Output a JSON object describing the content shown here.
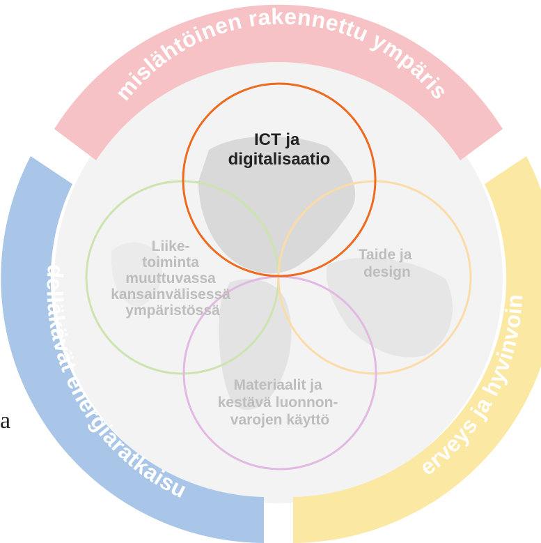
{
  "rings": {
    "top": {
      "label": "Ihmislähtöinen rakennettu ympäristö",
      "color": "#f7c2c5"
    },
    "left": {
      "label": "Edelläkävät energiaratkaisut",
      "color": "#a9c6e8"
    },
    "right": {
      "label": "Terveys ja hyvinvointi",
      "color": "#fbe8a3"
    }
  },
  "circles": {
    "ict": {
      "lines": [
        "ICT ja",
        "digitalisaatio"
      ],
      "color": "#ee6a1e"
    },
    "business": {
      "lines": [
        "Liike-",
        "toiminta",
        "muuttuvassa",
        "kansainvälisessä",
        "ympäristössä"
      ],
      "color": "#cde3b0"
    },
    "art": {
      "lines": [
        "Taide ja",
        "design"
      ],
      "color": "#fbdca8"
    },
    "materials": {
      "lines": [
        "Materiaalit ja",
        "kestävä luonnon-",
        "varojen käyttö"
      ],
      "color": "#e2b9e2"
    }
  },
  "edge_text": "a"
}
